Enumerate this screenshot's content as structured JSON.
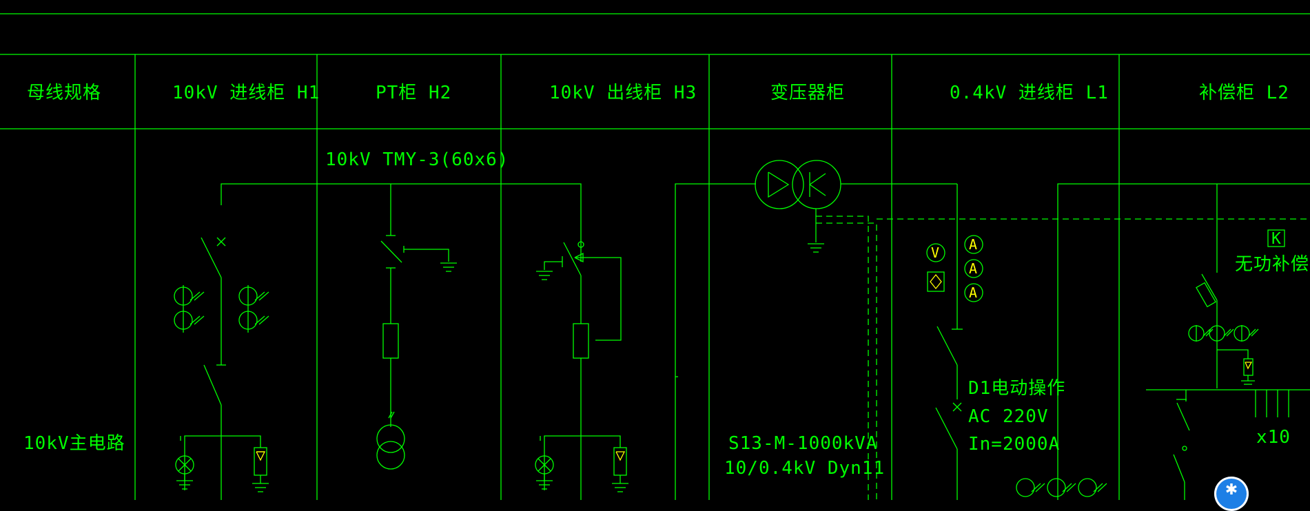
{
  "header": {
    "columns": [
      "母线规格",
      "10kV 进线柜 H1",
      "PT柜 H2",
      "10kV 出线柜 H3",
      "变压器柜",
      "0.4kV 进线柜 L1",
      "补偿柜 L2"
    ]
  },
  "row_label": "10kV主电路",
  "busbar_label": "10kV  TMY-3(60x6)",
  "transformer": {
    "model": "S13-M-1000kVA",
    "rating": "10/0.4kV  Dyn11"
  },
  "breaker": {
    "line1": "D1电动操作",
    "line2": "AC  220V",
    "line3": "In=2000A"
  },
  "meters": {
    "voltmeter": "V",
    "ammeter": "A"
  },
  "controller": {
    "tag": "K",
    "label": "无功补偿控制器"
  },
  "capacitor_count": "x10",
  "colors": {
    "line": "#00ff00",
    "accent": "#ffff00",
    "background": "#000000",
    "fab": "#1d7fe6"
  },
  "fab_icon": "star-icon"
}
